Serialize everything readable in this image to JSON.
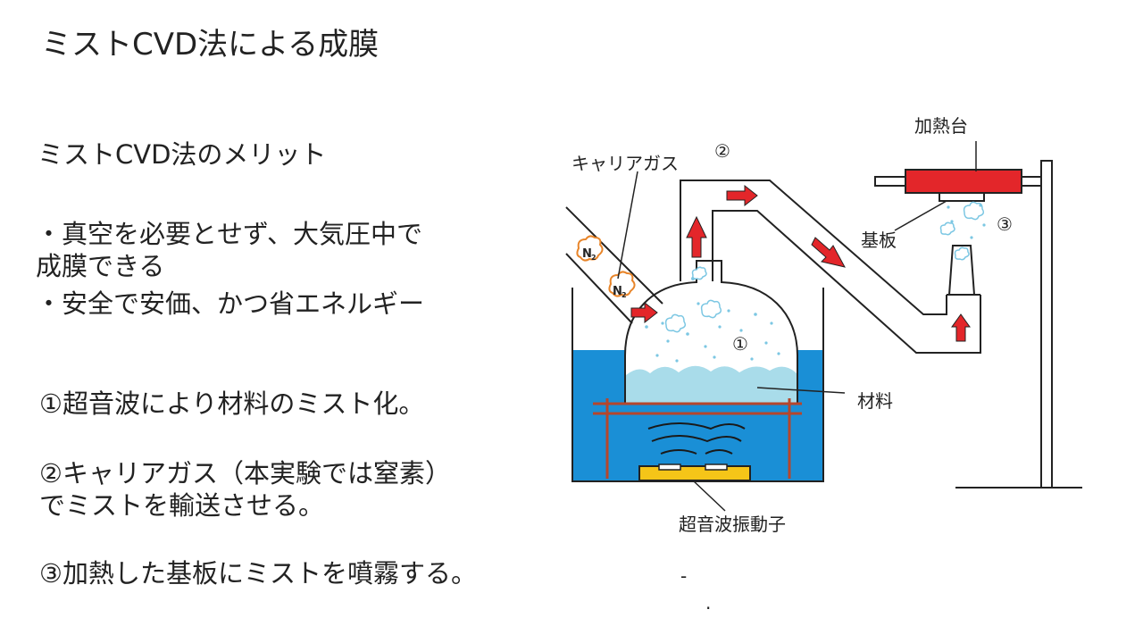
{
  "slide": {
    "title": "ミストCVD法による成膜",
    "merits_heading": "ミストCVD法のメリット",
    "merits": [
      "・真空を必要とせず、大気圧中で\n成膜できる",
      "・安全で安価、かつ省エネルギー"
    ],
    "steps": [
      "①超音波により材料のミスト化。",
      "②キャリアガス（本実験では窒素）\nでミストを輸送させる。",
      "③加熱した基板にミストを噴霧する。"
    ]
  },
  "diagram": {
    "labels": {
      "carrier_gas": "キャリアガス",
      "marker_2": "②",
      "heating_stage": "加熱台",
      "substrate": "基板",
      "marker_3": "③",
      "marker_1": "①",
      "material": "材料",
      "transducer": "超音波振動子",
      "n2_symbol": "N",
      "n2_subscript": "2",
      "stray_dash": "-",
      "stray_dot": "."
    },
    "colors": {
      "water": "#1a8fd6",
      "mist_liquid": "#a9dcea",
      "arrow": "#e3262a",
      "heater": "#e3262a",
      "transducer": "#f5c518",
      "rails": "#b5462c",
      "gas_outline": "#e8852a",
      "mist_dots": "#7cc7e3"
    }
  }
}
